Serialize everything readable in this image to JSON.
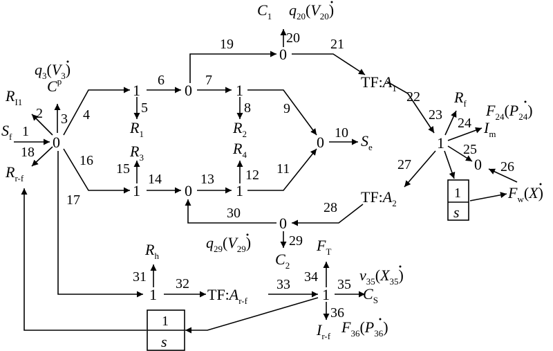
{
  "diagram": {
    "nodes": {
      "junction_left_0": "0",
      "junction_top_1": "1",
      "junction_top_0": "0",
      "junction_mid_top_1": "1",
      "junction_right_0": "0",
      "junction_upper_0": "0",
      "junction_lower_1": "1",
      "junction_lower_0": "0",
      "junction_mid_lower_1": "1",
      "junction_motor_1": "1",
      "junction_small_0": "0",
      "junction_bottom_0": "0",
      "junction_h_1": "1",
      "junction_s_1": "1"
    },
    "elements": {
      "Sf": "S",
      "Sf_sub": "f",
      "RI1": "R",
      "RI1_sub": "I1",
      "Rrf": "R",
      "Rrf_sub": "r-f",
      "q3": "q",
      "q3_sub": "3",
      "q3_paren_open": "(",
      "q3_V": "V",
      "q3_V_sub": "3",
      "q3_paren_close": ")",
      "Cp": "C",
      "Cp_sub": "p",
      "R1": "R",
      "R1_sub": "1",
      "R3": "R",
      "R3_sub": "3",
      "R2": "R",
      "R2_sub": "2",
      "R4": "R",
      "R4_sub": "4",
      "Se": "S",
      "Se_sub": "e",
      "C1": "C",
      "C1_sub": "1",
      "q20": "q",
      "q20_sub": "20",
      "q20_paren_open": "(",
      "q20_V": "V",
      "q20_V_sub": "20",
      "q20_paren_close": ")",
      "TF_A1": "TF:",
      "A1": "A",
      "A1_sub": "1",
      "TF_A2": "TF:",
      "A2": "A",
      "A2_sub": "2",
      "TF_Arf": "TF:",
      "Arf": "A",
      "Arf_sub": "r-f",
      "Rf": "R",
      "Rf_sub": "f",
      "F24": "F",
      "F24_sub": "24",
      "F24_paren_open": "(",
      "F24_P": "P",
      "F24_P_sub": "24",
      "F24_paren_close": ")",
      "Im": "I",
      "Im_sub": "m",
      "Fw": "F",
      "Fw_sub": "w",
      "Fw_paren_open": "(",
      "Fw_X": "X",
      "Fw_paren_close": ")",
      "q29": "q",
      "q29_sub": "29",
      "q29_paren_open": "(",
      "q29_V": "V",
      "q29_V_sub": "29",
      "q29_paren_close": ")",
      "C2": "C",
      "C2_sub": "2",
      "Rh": "R",
      "Rh_sub": "h",
      "FT": "F",
      "FT_sub": "T",
      "v35": "v",
      "v35_sub": "35",
      "v35_paren_open": "(",
      "v35_X": "X",
      "v35_X_sub": "35",
      "v35_paren_close": ")",
      "Cs": "C",
      "Cs_sub": "S",
      "Irf": "I",
      "Irf_sub": "r-f",
      "F36": "F",
      "F36_sub": "36",
      "F36_paren_open": "(",
      "F36_P": "P",
      "F36_P_sub": "36",
      "F36_paren_close": ")"
    },
    "integrators": {
      "right": {
        "numerator": "1",
        "denominator": "s"
      },
      "bottom": {
        "numerator": "1",
        "denominator": "s"
      }
    },
    "bond_numbers": {
      "b1": "1",
      "b2": "2",
      "b3": "3",
      "b4": "4",
      "b5": "5",
      "b6": "6",
      "b7": "7",
      "b8": "8",
      "b9": "9",
      "b10": "10",
      "b11": "11",
      "b12": "12",
      "b13": "13",
      "b14": "14",
      "b15": "15",
      "b16": "16",
      "b17": "17",
      "b18": "18",
      "b19": "19",
      "b20": "20",
      "b21": "21",
      "b22": "22",
      "b23": "23",
      "b24": "24",
      "b25": "25",
      "b26": "26",
      "b27": "27",
      "b28": "28",
      "b29": "29",
      "b30": "30",
      "b31": "31",
      "b32": "32",
      "b33": "33",
      "b34": "34",
      "b35": "35",
      "b36": "36"
    }
  }
}
